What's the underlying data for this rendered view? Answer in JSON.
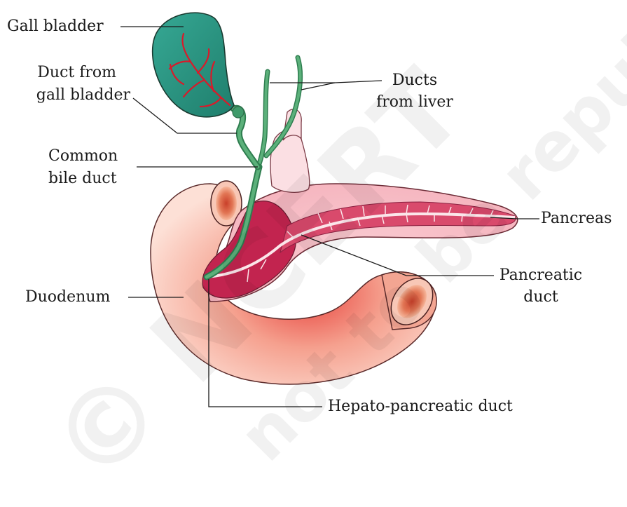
{
  "labels": {
    "gall_bladder": "Gall bladder",
    "duct_from_gall_bladder_1": "Duct from",
    "duct_from_gall_bladder_2": "gall bladder",
    "common_bile_duct_1": "Common",
    "common_bile_duct_2": "bile duct",
    "ducts_from_liver_1": "Ducts",
    "ducts_from_liver_2": "from liver",
    "pancreas": "Pancreas",
    "pancreatic_duct_1": "Pancreatic",
    "pancreatic_duct_2": "duct",
    "duodenum": "Duodenum",
    "hepato_pancreatic_duct": "Hepato-pancreatic duct"
  },
  "watermark": {
    "line1": "© NCERT",
    "line2": "not to be republished"
  },
  "colors": {
    "gall_bladder": "#2f9a86",
    "bile_duct": "#3f9a6a",
    "pancreas": "#c2244f",
    "pancreas_light": "#f2aab8",
    "duodenum": "#f4a99a",
    "duodenum_dark": "#e0584f",
    "vessels": "#d91a2a"
  }
}
